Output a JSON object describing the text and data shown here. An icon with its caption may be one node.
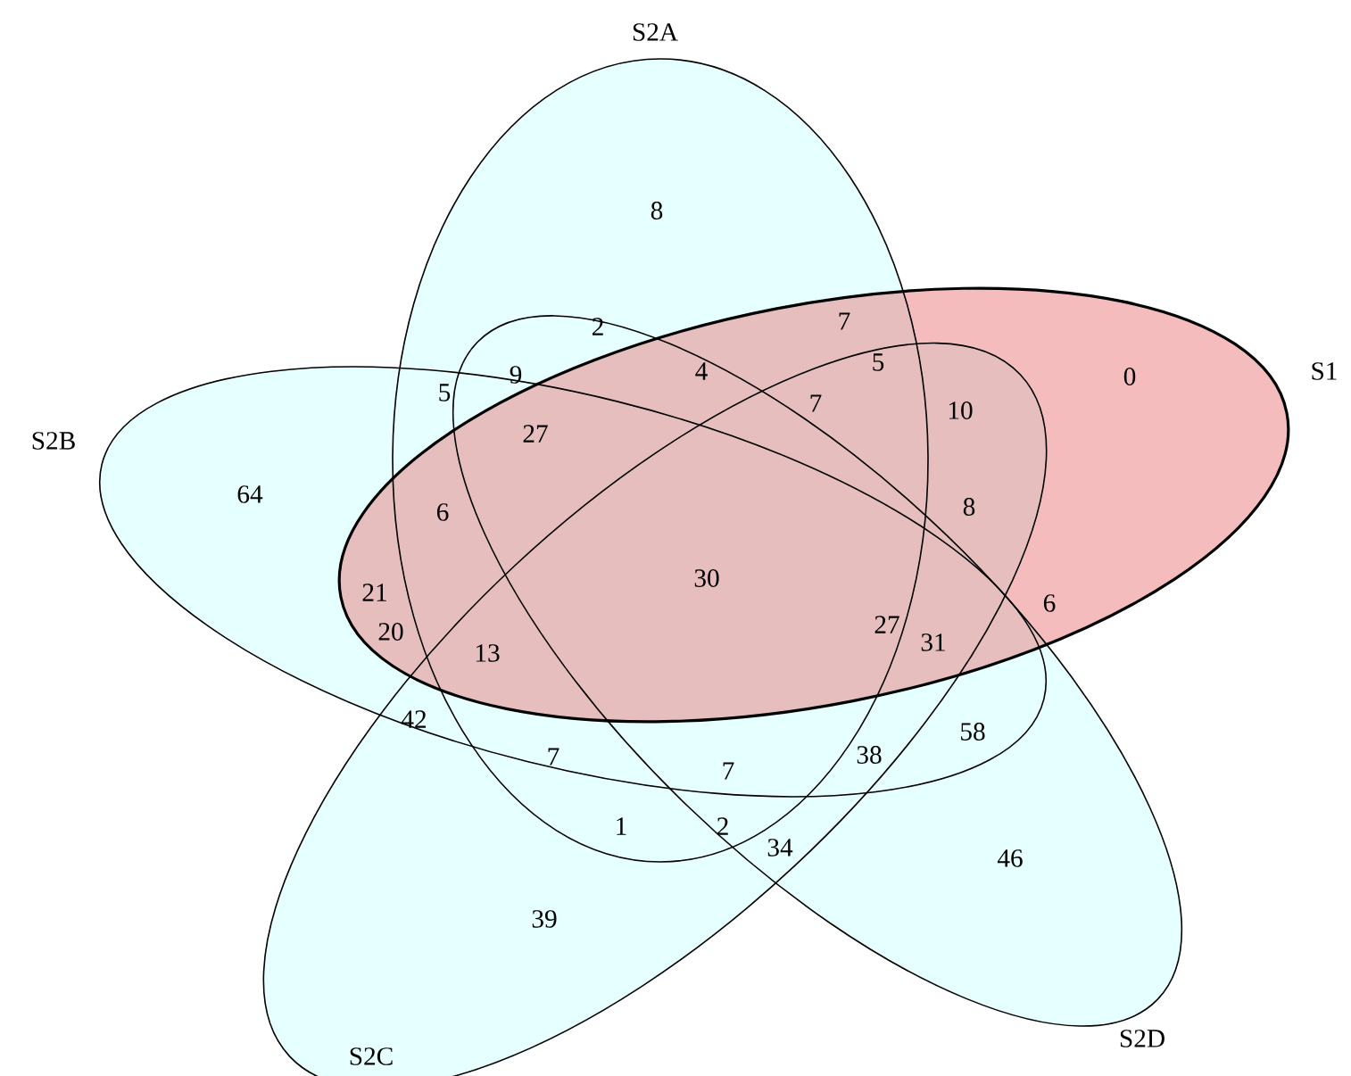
{
  "diagram": {
    "nodes": [
      {
        "text": [
          "S2A"
        ]
      },
      {
        "text": [
          "S1"
        ]
      },
      {
        "text": [
          "S2B"
        ]
      },
      {
        "text": [
          "S2D"
        ]
      },
      {
        "text": [
          "S2C"
        ]
      }
    ],
    "labels": [
      "8",
      "5",
      "9",
      "2",
      "4",
      "7",
      "7",
      "5",
      "10",
      "0",
      "64",
      "6",
      "27",
      "8",
      "21",
      "20",
      "13",
      "30",
      "27",
      "31",
      "6",
      "42",
      "7",
      "7",
      "38",
      "58",
      "1",
      "2",
      "34",
      "46",
      "39"
    ]
  }
}
